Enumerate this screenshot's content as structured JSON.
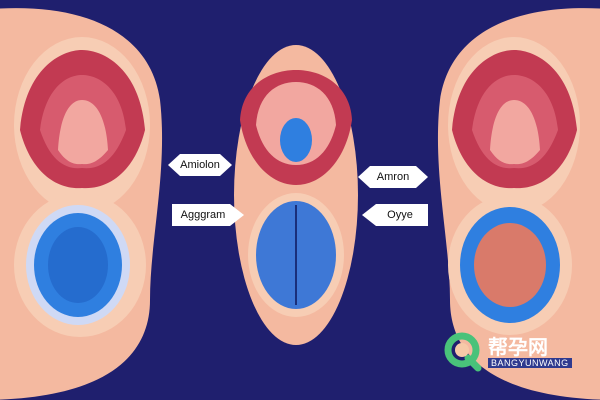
{
  "labels": {
    "left_top": "Amiolon",
    "left_bottom": "Agggram",
    "right_top": "Amron",
    "right_bottom": "Oyye"
  },
  "watermark": {
    "cn": "帮孕网",
    "en": "BANGYUNWANG"
  },
  "colors": {
    "background": "#1f1f6e",
    "skin": "#f6c9a8",
    "tissue_red": "#c23a52",
    "tissue_blue": "#2f7fe0",
    "watermark_green": "#49c27a"
  }
}
